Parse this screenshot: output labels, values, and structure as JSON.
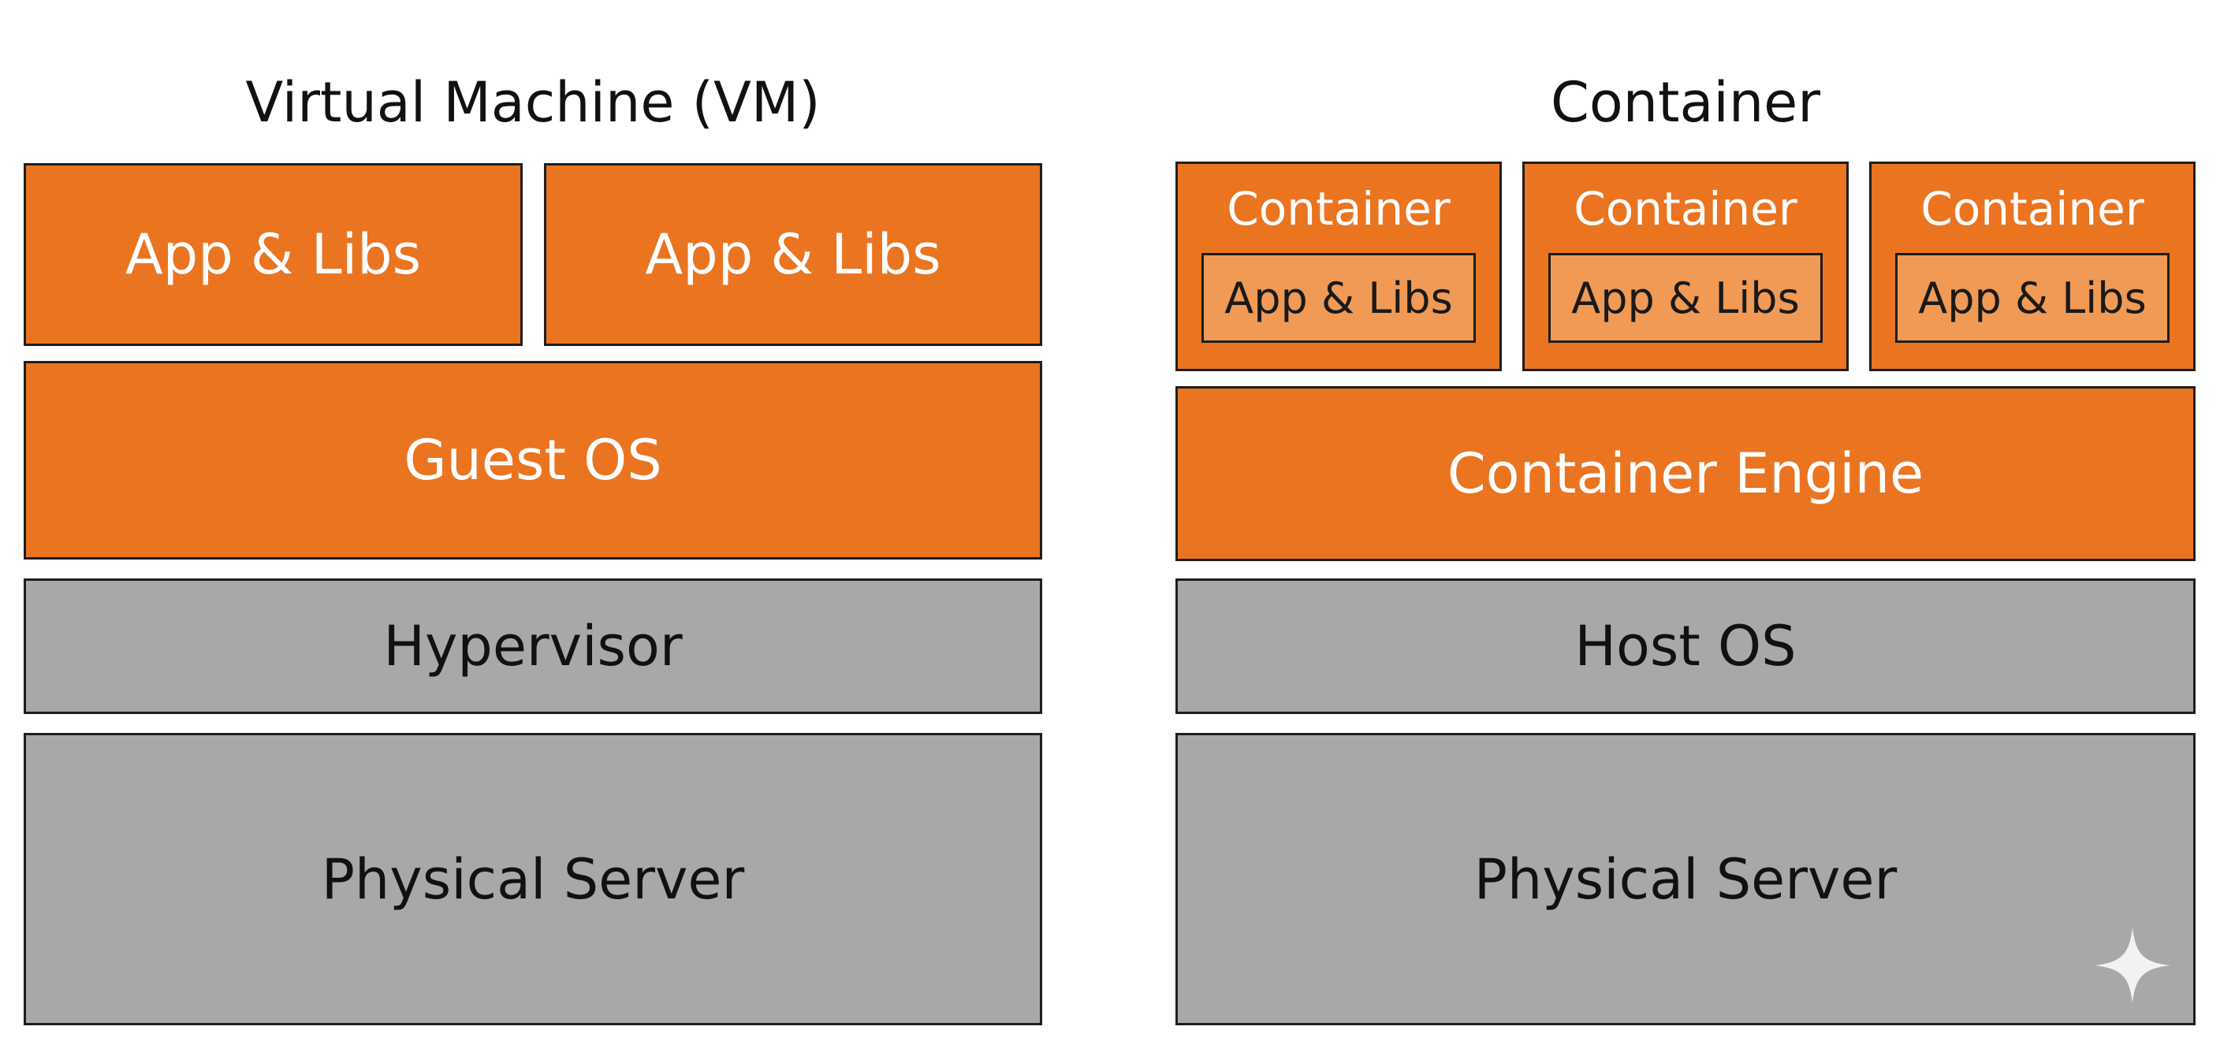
{
  "vm": {
    "title": "Virtual Machine (VM)",
    "apps": [
      "App & Libs",
      "App & Libs"
    ],
    "guest_os": "Guest OS",
    "hypervisor": "Hypervisor",
    "physical_server": "Physical Server"
  },
  "container": {
    "title": "Container",
    "containers": [
      {
        "label": "Container",
        "app": "App & Libs"
      },
      {
        "label": "Container",
        "app": "App & Libs"
      },
      {
        "label": "Container",
        "app": "App & Libs"
      }
    ],
    "engine": "Container Engine",
    "host_os": "Host OS",
    "physical_server": "Physical Server"
  },
  "colors": {
    "orange": "#ea7420",
    "inner_orange": "#f09a55",
    "gray": "#a8a8a8",
    "border": "#1e1e1e"
  },
  "icons": {
    "corner": "sparkle-icon"
  }
}
